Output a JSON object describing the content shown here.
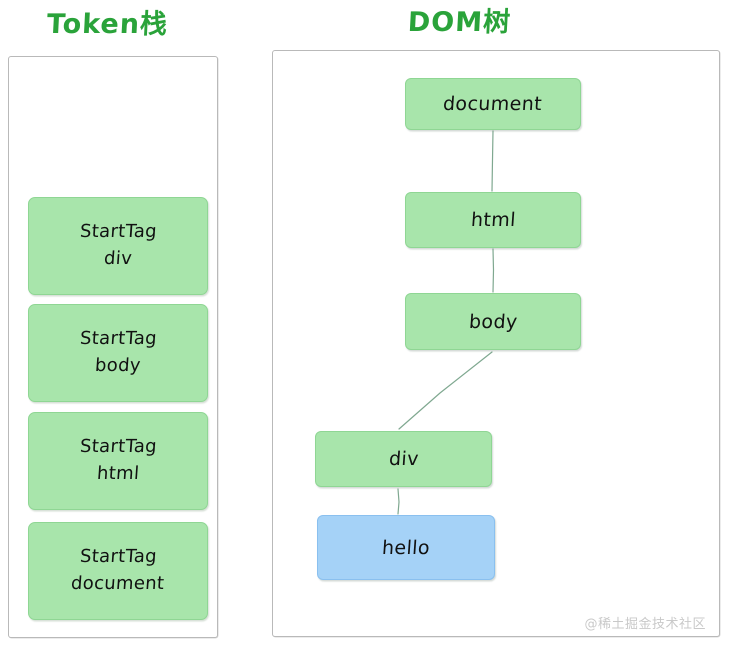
{
  "panels": {
    "token_stack": {
      "title": "Token栈",
      "tokens": [
        {
          "line1": "StartTag",
          "line2": "div"
        },
        {
          "line1": "StartTag",
          "line2": "body"
        },
        {
          "line1": "StartTag",
          "line2": "html"
        },
        {
          "line1": "StartTag",
          "line2": "document"
        }
      ]
    },
    "dom_tree": {
      "title": "DOM树",
      "nodes": [
        {
          "label": "document",
          "type": "element",
          "color": "#a8e5ab"
        },
        {
          "label": "html",
          "type": "element",
          "color": "#a8e5ab"
        },
        {
          "label": "body",
          "type": "element",
          "color": "#a8e5ab"
        },
        {
          "label": "div",
          "type": "element",
          "color": "#a8e5ab"
        },
        {
          "label": "hello",
          "type": "text",
          "color": "#a5d2f7"
        }
      ],
      "edges": [
        {
          "from": "document",
          "to": "html"
        },
        {
          "from": "html",
          "to": "body"
        },
        {
          "from": "body",
          "to": "div"
        },
        {
          "from": "div",
          "to": "hello"
        }
      ]
    }
  },
  "watermark": "@稀土掘金技术社区",
  "colors": {
    "title_green": "#2aa33a",
    "node_green": "#a8e5ab",
    "node_blue": "#a5d2f7",
    "border_gray": "#b9b9b9",
    "connector": "#7fa890"
  }
}
